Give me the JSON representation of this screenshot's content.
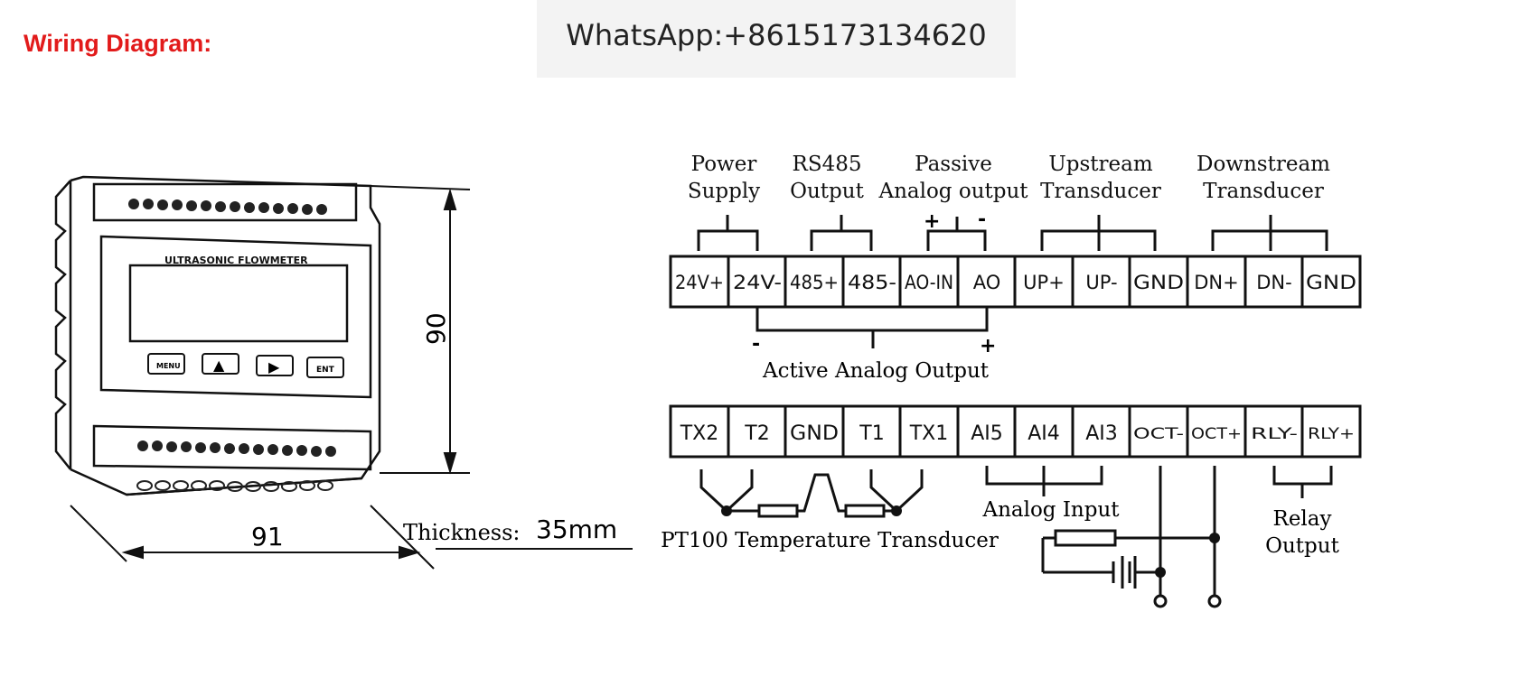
{
  "header": {
    "title": "Wiring Diagram:",
    "contact": "WhatsApp:+8615173134620"
  },
  "device": {
    "brand_label": "ULTRASONIC FLOWMETER",
    "height_label": "90",
    "width_label": "91",
    "thickness_label": "Thickness:",
    "thickness_value": "35mm",
    "buttons": [
      "MENU",
      "▲",
      "▶",
      "ENT"
    ]
  },
  "terminals": {
    "top_row": [
      "24V+",
      "24V-",
      "485+",
      "485-",
      "AO-IN",
      "AO",
      "UP+",
      "UP-",
      "GND",
      "DN+",
      "DN-",
      "GND"
    ],
    "bottom_row": [
      "TX2",
      "T2",
      "GND",
      "T1",
      "TX1",
      "AI5",
      "AI4",
      "AI3",
      "OCT-",
      "OCT+",
      "RLY-",
      "RLY+"
    ]
  },
  "group_labels": {
    "power": [
      "Power",
      "Supply"
    ],
    "rs485": [
      "RS485",
      "Output"
    ],
    "passive": [
      "Passive",
      "Analog output"
    ],
    "upstream": [
      "Upstream",
      "Transducer"
    ],
    "downstream": [
      "Downstream",
      "Transducer"
    ],
    "active": "Active Analog Output",
    "analog_input": "Analog Input",
    "pt100": "PT100 Temperature Transducer",
    "relay": [
      "Relay",
      "Output"
    ]
  },
  "signs": {
    "plus": "+",
    "minus": "-"
  }
}
